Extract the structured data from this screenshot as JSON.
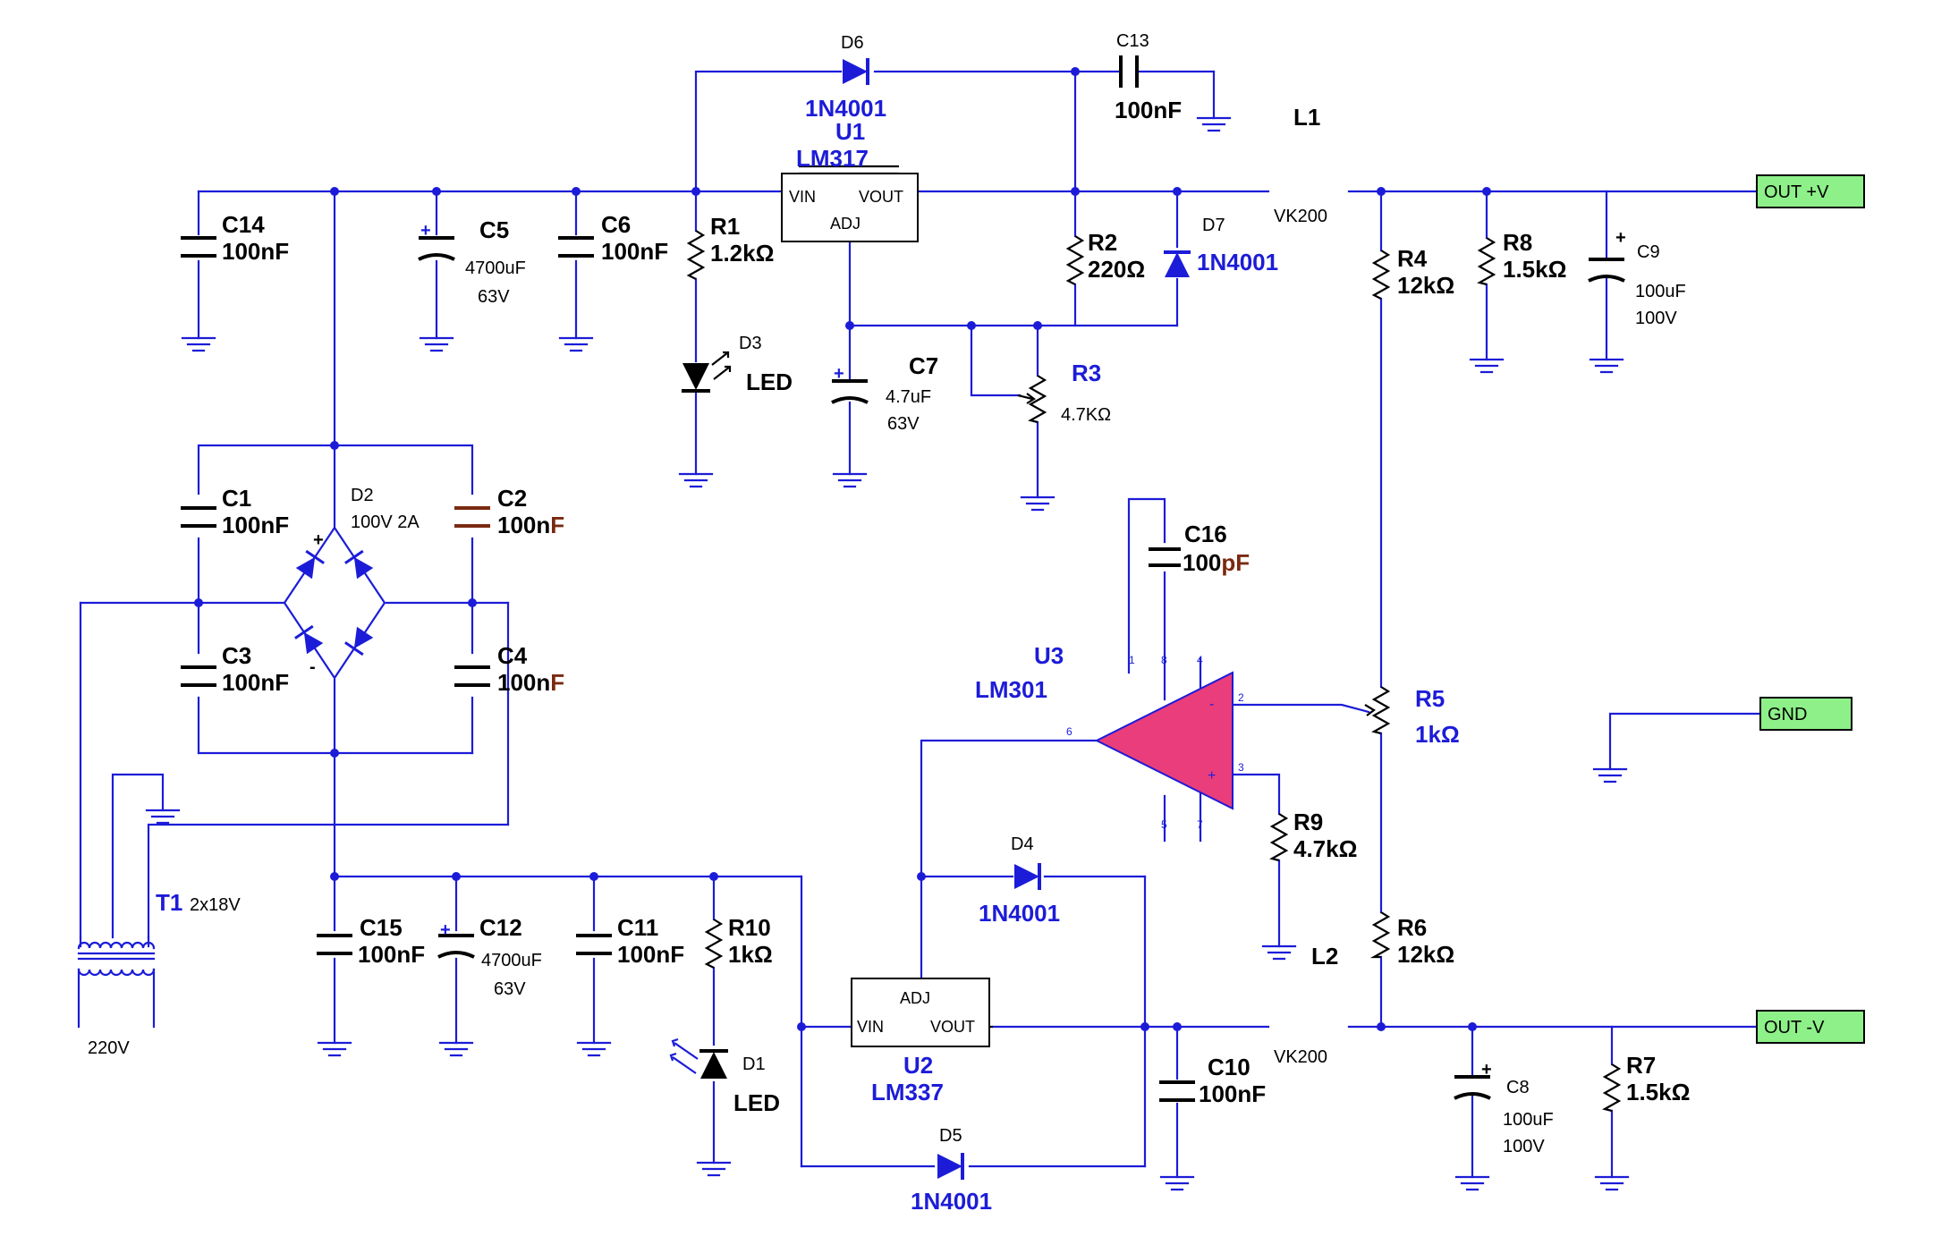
{
  "components": {
    "d6": {
      "ref": "D6",
      "value": "1N4001"
    },
    "u1": {
      "ref": "U1",
      "value": "LM317",
      "pin_vin": "VIN",
      "pin_vout": "VOUT",
      "pin_adj": "ADJ"
    },
    "c13": {
      "ref": "C13",
      "value": "100nF"
    },
    "l1": {
      "ref": "L1",
      "value": "VK200"
    },
    "c14": {
      "ref": "C14",
      "value": "100nF"
    },
    "c5": {
      "ref": "C5",
      "value": "4700uF",
      "voltage": "63V"
    },
    "c6": {
      "ref": "C6",
      "value": "100nF"
    },
    "r1": {
      "ref": "R1",
      "value": "1.2kΩ"
    },
    "d3": {
      "ref": "D3",
      "value": "LED"
    },
    "r2": {
      "ref": "R2",
      "value": "220Ω"
    },
    "d7": {
      "ref": "D7",
      "value": "1N4001"
    },
    "c7": {
      "ref": "C7",
      "value": "4.7uF",
      "voltage": "63V"
    },
    "r3": {
      "ref": "R3",
      "value": "4.7KΩ"
    },
    "r4": {
      "ref": "R4",
      "value": "12kΩ"
    },
    "r8": {
      "ref": "R8",
      "value": "1.5kΩ"
    },
    "c9": {
      "ref": "C9",
      "value": "100uF",
      "voltage": "100V"
    },
    "c1": {
      "ref": "C1",
      "value": "100nF"
    },
    "d2": {
      "ref": "D2",
      "value": "100V  2A"
    },
    "c2": {
      "ref": "C2",
      "value_a": "100n",
      "value_b": "F"
    },
    "c3": {
      "ref": "C3",
      "value": "100nF"
    },
    "c4": {
      "ref": "C4",
      "value_a": "100n",
      "value_b": "F"
    },
    "c16": {
      "ref": "C16",
      "value_a": "100",
      "value_b": "pF"
    },
    "u3": {
      "ref": "U3",
      "value": "LM301",
      "pins": [
        "1",
        "8",
        "4",
        "2",
        "3",
        "6",
        "5",
        "7"
      ]
    },
    "r5": {
      "ref": "R5",
      "value": "1kΩ"
    },
    "r9": {
      "ref": "R9",
      "value": "4.7kΩ"
    },
    "t1": {
      "ref": "T1",
      "value": "2x18V",
      "primary": "220V"
    },
    "c15": {
      "ref": "C15",
      "value": "100nF"
    },
    "c12": {
      "ref": "C12",
      "value": "4700uF",
      "voltage": "63V"
    },
    "c11": {
      "ref": "C11",
      "value": "100nF"
    },
    "r10": {
      "ref": "R10",
      "value": "1kΩ"
    },
    "d4": {
      "ref": "D4",
      "value": "1N4001"
    },
    "u2": {
      "ref": "U2",
      "value": "LM337",
      "pin_vin": "VIN",
      "pin_vout": "VOUT",
      "pin_adj": "ADJ"
    },
    "l2": {
      "ref": "L2",
      "value": "VK200"
    },
    "r6": {
      "ref": "R6",
      "value": "12kΩ"
    },
    "d1": {
      "ref": "D1",
      "value": "LED"
    },
    "c10": {
      "ref": "C10",
      "value": "100nF"
    },
    "c8": {
      "ref": "C8",
      "value": "100uF",
      "voltage": "100V"
    },
    "r7": {
      "ref": "R7",
      "value": "1.5kΩ"
    },
    "d5": {
      "ref": "D5",
      "value": "1N4001"
    }
  },
  "ports": {
    "out_pos": "OUT +V",
    "gnd": "GND",
    "out_neg": "OUT -V"
  },
  "polarity": {
    "plus": "+",
    "minus": "-"
  },
  "colors": {
    "wire": "#1c1cd8",
    "part": "#000000",
    "opamp": "#ea3d7c",
    "port": "#8ef088",
    "accent_brown": "#7a2a10"
  }
}
